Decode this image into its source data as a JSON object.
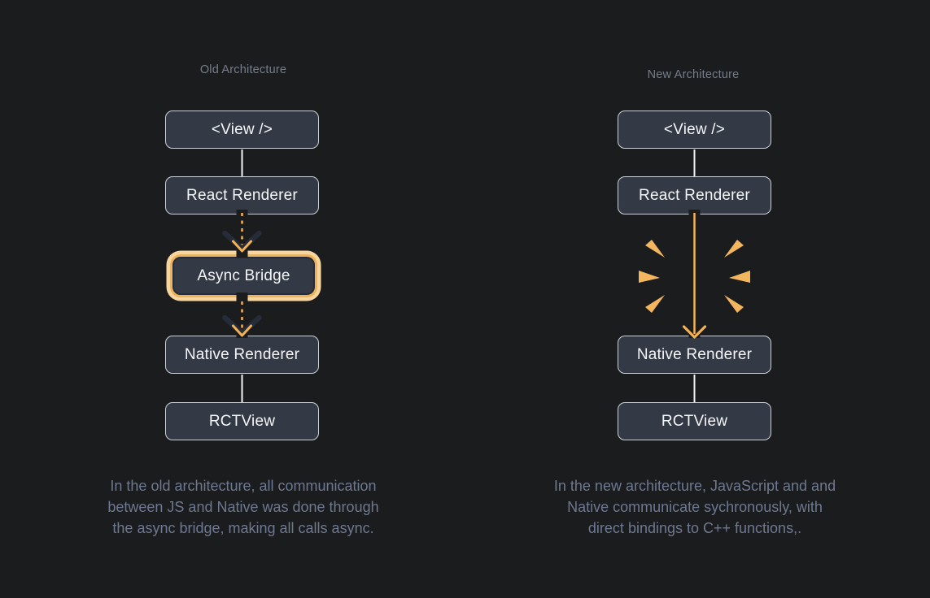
{
  "colors": {
    "background": "#1b1c1e",
    "node_fill": "#333945",
    "node_border": "#ced2d8",
    "node_text": "#f5f6f8",
    "title_text": "#767d8a",
    "caption_text": "#6e7890",
    "accent_orange": "#f2b155",
    "highlight_ring_outer": "#f8d69b",
    "highlight_ring_inner": "#eeb25c",
    "arrowhead_dark": "#262c38",
    "connector_white": "#f2f3f5"
  },
  "old": {
    "title": "Old Architecture",
    "nodes": {
      "view": "<View />",
      "react_renderer": "React Renderer",
      "async_bridge": "Async Bridge",
      "native_renderer": "Native Renderer",
      "rctview": "RCTView"
    },
    "caption_lines": [
      "In the old architecture, all communication",
      "between JS and Native was done through",
      "the async bridge, making all calls async."
    ]
  },
  "new": {
    "title": "New Architecture",
    "nodes": {
      "view": "<View />",
      "react_renderer": "React Renderer",
      "native_renderer": "Native Renderer",
      "rctview": "RCTView"
    },
    "caption_lines": [
      "In the new architecture, JavaScript and and",
      "Native communicate sychronously, with",
      "direct bindings to C++ functions,."
    ]
  }
}
